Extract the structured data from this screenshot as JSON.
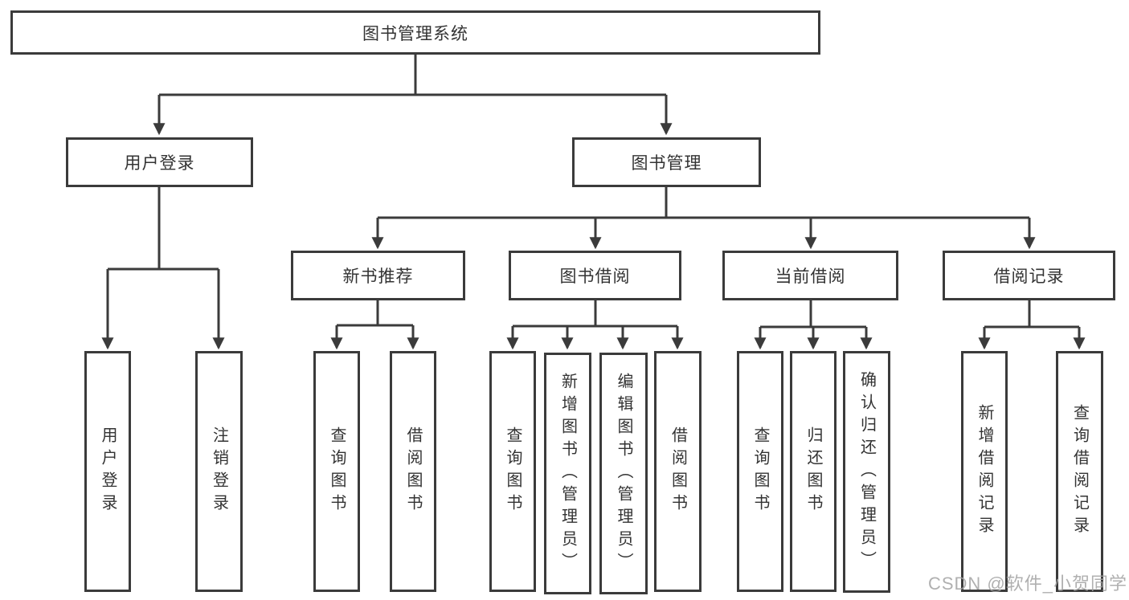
{
  "diagram": {
    "type": "hierarchy-tree",
    "tree": {
      "root": {
        "label": "图书管理系统",
        "children": [
          {
            "label": "用户登录",
            "children": [
              {
                "label": "用户登录"
              },
              {
                "label": "注销登录"
              }
            ]
          },
          {
            "label": "图书管理",
            "children": [
              {
                "label": "新书推荐",
                "children": [
                  {
                    "label": "查询图书"
                  },
                  {
                    "label": "借阅图书"
                  }
                ]
              },
              {
                "label": "图书借阅",
                "children": [
                  {
                    "label": "查询图书"
                  },
                  {
                    "label": "新增图书（管理员）"
                  },
                  {
                    "label": "编辑图书（管理员）"
                  },
                  {
                    "label": "借阅图书"
                  }
                ]
              },
              {
                "label": "当前借阅",
                "children": [
                  {
                    "label": "查询图书"
                  },
                  {
                    "label": "归还图书"
                  },
                  {
                    "label": "确认归还（管理员）"
                  }
                ]
              },
              {
                "label": "借阅记录",
                "children": [
                  {
                    "label": "新增借阅记录"
                  },
                  {
                    "label": "查询借阅记录"
                  }
                ]
              }
            ]
          }
        ]
      }
    },
    "colors": {
      "line": "#3b3b3b",
      "box_border": "#3b3b3b",
      "text": "#333333",
      "background": "#ffffff",
      "watermark": "#a2a2a2"
    }
  },
  "watermark": {
    "text": "CSDN @软件_小贺同学"
  }
}
